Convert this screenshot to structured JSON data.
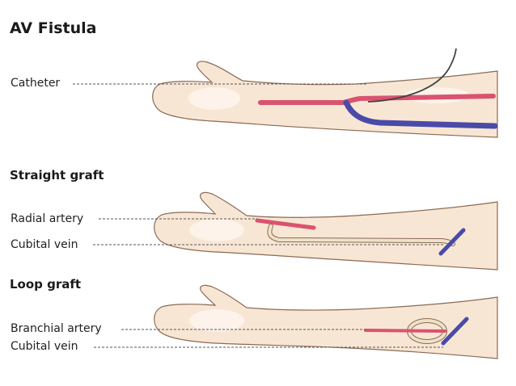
{
  "sections": {
    "av_fistula": {
      "title": "AV Fistula",
      "label_catheter": "Catheter"
    },
    "straight_graft": {
      "title": "Straight graft",
      "label_radial_artery": "Radial artery",
      "label_cubital_vein": "Cubital vein"
    },
    "loop_graft": {
      "title": "Loop graft",
      "label_branchial_artery": "Branchial artery",
      "label_cubital_vein": "Cubital vein"
    }
  },
  "colors": {
    "skin": "#f8e6d4",
    "skin_outline": "#8a6a55",
    "skin_highlight": "#fdf3ea",
    "artery": "#d9536f",
    "vein": "#4a4aa8",
    "graft": "#efe2c9",
    "catheter": "#444444",
    "leader": "#555555"
  }
}
